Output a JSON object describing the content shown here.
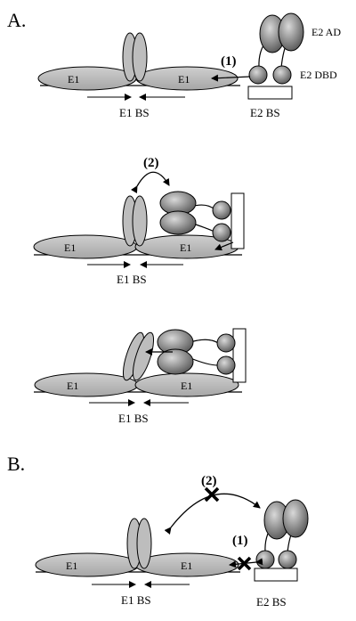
{
  "panels": {
    "a": {
      "letter": "A."
    },
    "b": {
      "letter": "B."
    }
  },
  "labels": {
    "e1": "E1",
    "e1_bs": "E1 BS",
    "e2_bs": "E2 BS",
    "e2_ad": "E2 AD",
    "e2_dbd": "E2 DBD",
    "step1": "(1)",
    "step2": "(2)"
  },
  "colors": {
    "e1_fill": "#b8b8b8",
    "e2_ad_fill": "#7a7a7a",
    "e2_dbd_fill": "#8c8c8c",
    "outline": "#000000"
  }
}
